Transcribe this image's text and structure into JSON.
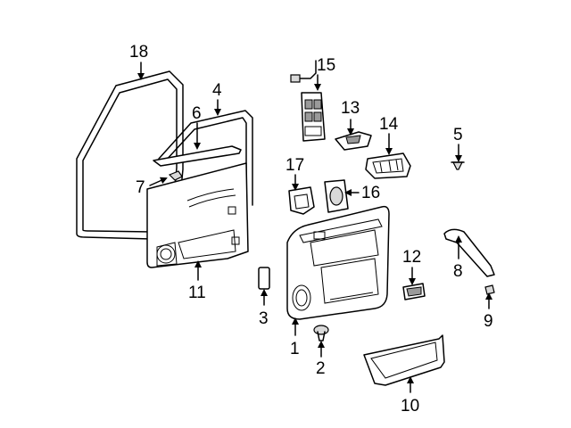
{
  "diagram": {
    "callouts": [
      {
        "id": "18",
        "text": "18"
      },
      {
        "id": "15",
        "text": "15"
      },
      {
        "id": "4",
        "text": "4"
      },
      {
        "id": "6",
        "text": "6"
      },
      {
        "id": "13",
        "text": "13"
      },
      {
        "id": "14",
        "text": "14"
      },
      {
        "id": "5",
        "text": "5"
      },
      {
        "id": "17",
        "text": "17"
      },
      {
        "id": "7",
        "text": "7"
      },
      {
        "id": "16",
        "text": "16"
      },
      {
        "id": "12",
        "text": "12"
      },
      {
        "id": "8",
        "text": "8"
      },
      {
        "id": "11",
        "text": "11"
      },
      {
        "id": "3",
        "text": "3"
      },
      {
        "id": "1",
        "text": "1"
      },
      {
        "id": "9",
        "text": "9"
      },
      {
        "id": "2",
        "text": "2"
      },
      {
        "id": "10",
        "text": "10"
      }
    ]
  }
}
